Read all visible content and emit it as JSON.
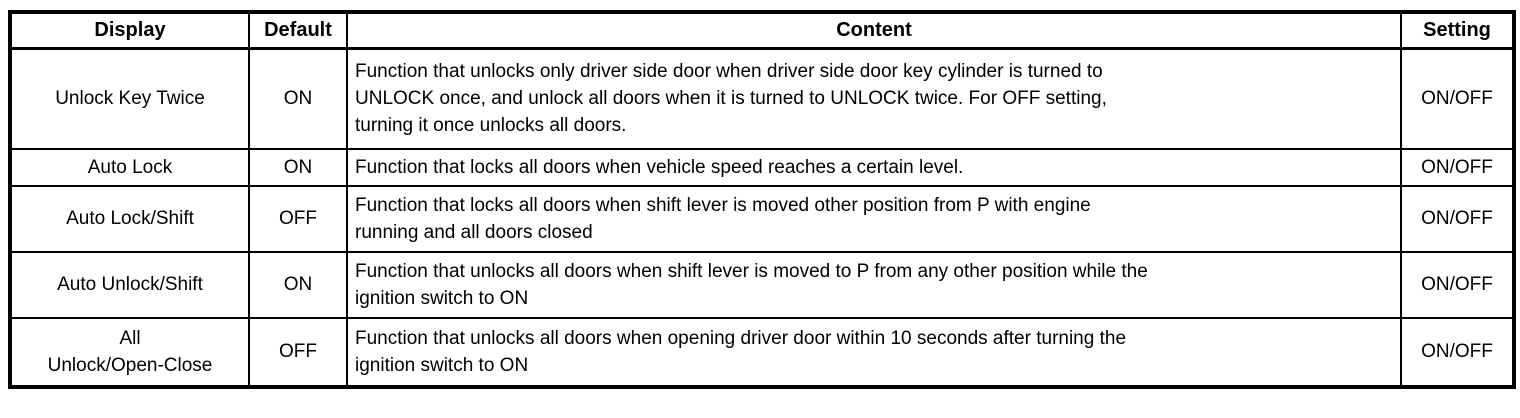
{
  "table": {
    "headers": {
      "display": "Display",
      "default": "Default",
      "content": "Content",
      "setting": "Setting"
    },
    "rows": [
      {
        "display": "Unlock Key Twice",
        "default": "ON",
        "content": "Function that unlocks only driver side door when driver side door key cylinder is turned to\nUNLOCK once, and unlock all doors when it is turned to UNLOCK twice. For OFF setting,\nturning it once unlocks all doors.",
        "setting": "ON/OFF"
      },
      {
        "display": "Auto Lock",
        "default": "ON",
        "content": "Function that locks all doors when vehicle speed reaches a certain level.",
        "setting": "ON/OFF"
      },
      {
        "display": "Auto Lock/Shift",
        "default": "OFF",
        "content": "Function that locks all doors when shift lever is moved other position from P with engine\nrunning and all doors closed",
        "setting": "ON/OFF"
      },
      {
        "display": "Auto Unlock/Shift",
        "default": "ON",
        "content": "Function that unlocks all doors when shift lever is moved to P from any other position while the\nignition switch to ON",
        "setting": "ON/OFF"
      },
      {
        "display": "All\nUnlock/Open-Close",
        "default": "OFF",
        "content": "Function that unlocks all doors when opening driver door within 10 seconds after turning the\nignition switch to ON",
        "setting": "ON/OFF"
      }
    ]
  }
}
